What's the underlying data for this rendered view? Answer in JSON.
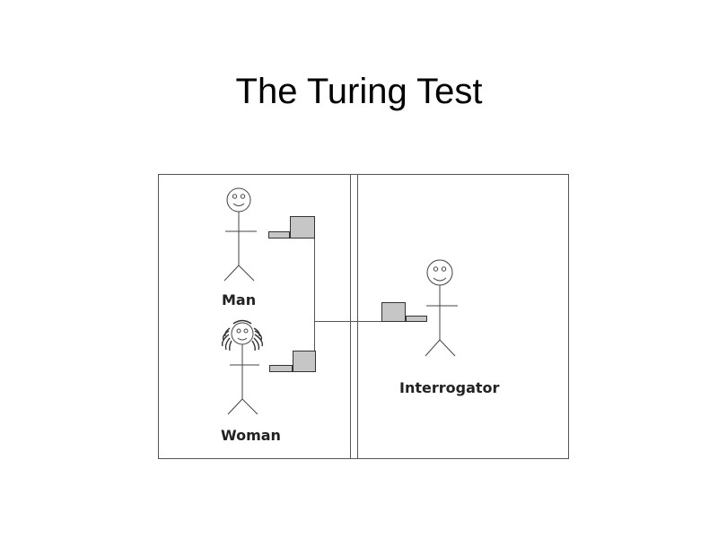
{
  "slide": {
    "title": "The Turing Test"
  },
  "diagram": {
    "participants": {
      "man": "Man",
      "woman": "Woman",
      "interrogator": "Interrogator"
    }
  }
}
